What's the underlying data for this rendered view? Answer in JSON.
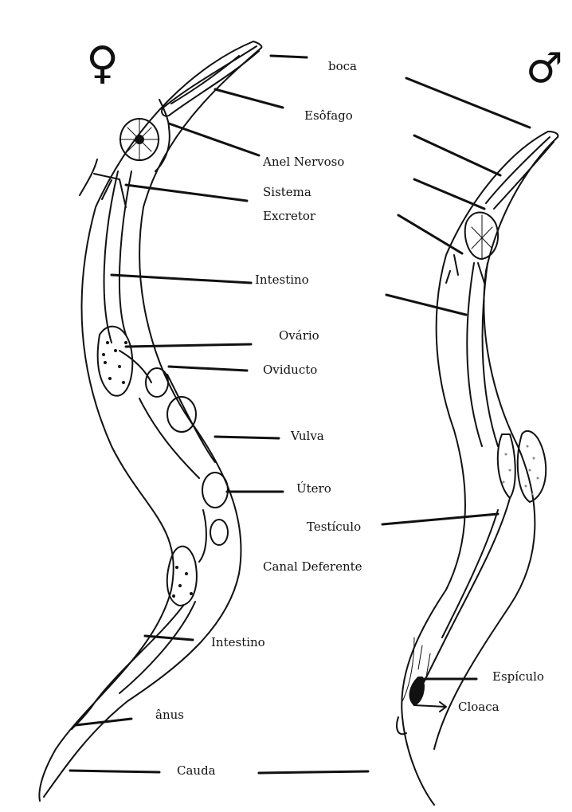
{
  "symbols": {
    "female": "♀",
    "male": "♂"
  },
  "labels": {
    "boca": "boca",
    "esofago": "Esôfago",
    "anel_nervoso": "Anel Nervoso",
    "sistema": "Sistema",
    "excretor": "Excretor",
    "intestino_top": "Intestino",
    "ovario": "Ovário",
    "oviducto": "Oviducto",
    "vulva": "Vulva",
    "utero": "Útero",
    "testiculo": "Testículo",
    "canal_deferente": "Canal Deferente",
    "intestino_bottom": "Intestino",
    "espiculo": "Espículo",
    "cloaca": "Cloaca",
    "anus": "ânus",
    "cauda": "Cauda"
  }
}
